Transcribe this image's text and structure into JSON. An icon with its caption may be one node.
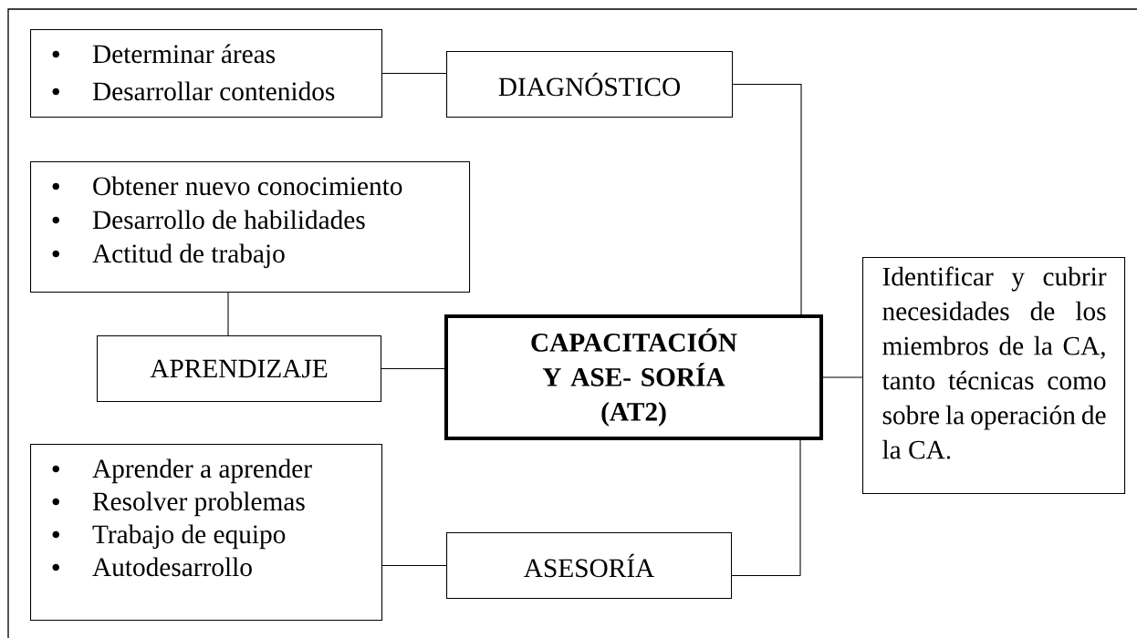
{
  "diagram": {
    "nodes": [
      {
        "text": [
          "Determinar áreas",
          "Desarrollar contenidos"
        ]
      },
      {
        "text": [
          "DIAGNÓSTICO"
        ]
      },
      {
        "text": [
          "Obtener nuevo conocimiento",
          "Desarrollo de habilidades",
          "Actitud de trabajo"
        ]
      },
      {
        "text": [
          "APRENDIZAJE"
        ]
      },
      {
        "text": [
          "CAPACITACIÓN Y ASE- SORÍA",
          "(AT2)"
        ]
      },
      {
        "text": [
          "Identificar y cubrir necesidades de los miembros de la CA, tanto técnicas como sobre la operación de la CA."
        ]
      },
      {
        "text": [
          "Aprender a aprender",
          "Resolver problemas",
          "Trabajo de equipo",
          "Autodesarrollo"
        ]
      },
      {
        "text": [
          "ASESORÍA"
        ]
      }
    ],
    "edges": [
      {
        "from": 0,
        "to": 1,
        "arrow": "none"
      },
      {
        "from": 1,
        "to": 4,
        "arrow": "none"
      },
      {
        "from": 2,
        "to": 3,
        "arrow": "none"
      },
      {
        "from": 3,
        "to": 4,
        "arrow": "none"
      },
      {
        "from": 4,
        "to": 5,
        "arrow": "none"
      },
      {
        "from": 6,
        "to": 7,
        "arrow": "none"
      },
      {
        "from": 4,
        "to": 7,
        "arrow": "none"
      }
    ]
  }
}
